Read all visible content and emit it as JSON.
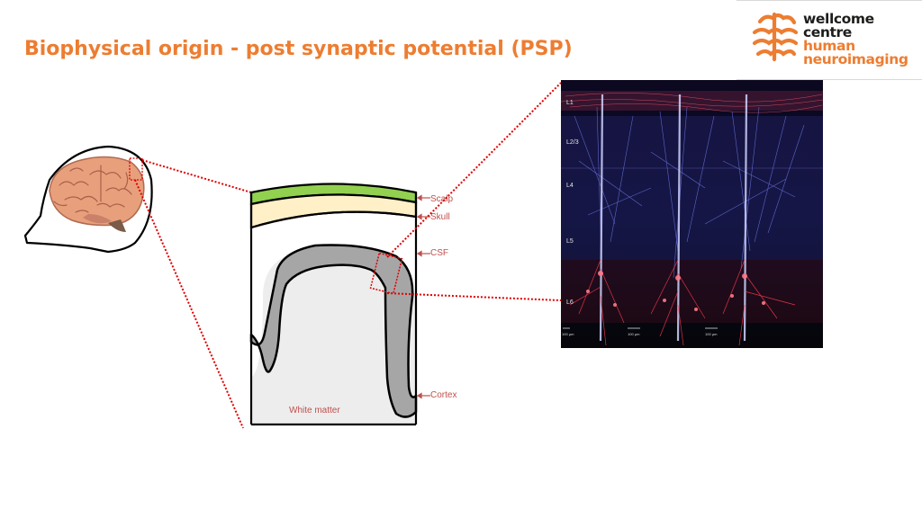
{
  "slide": {
    "title": "Biophysical origin - post synaptic potential (PSP)"
  },
  "logo": {
    "lines": [
      "wellcome",
      "centre",
      "human",
      "neuroimaging"
    ],
    "colors": {
      "primary": "#ED7D31",
      "dark": "#1d1d1b"
    }
  },
  "diagram": {
    "labels": {
      "scalp": "Scalp",
      "skull": "Skull",
      "csf": "CSF",
      "cortex": "Cortex",
      "white_matter": "White matter"
    },
    "colors": {
      "scalp": "#92D050",
      "skull": "#FFF0C8",
      "cortex": "#A6A6A6",
      "white_matter": "#EDEDED",
      "pointer": "#C0504D",
      "zoom_lines": "#E00000",
      "label_text": "#C0504D"
    },
    "icons": [
      "head-outline-icon",
      "brain-icon"
    ]
  },
  "micrograph": {
    "layers": [
      "L1",
      "L2/3",
      "L4",
      "L5",
      "L6"
    ],
    "scale_labels": [
      "100 µm",
      "100 µm",
      "100 µm"
    ]
  }
}
